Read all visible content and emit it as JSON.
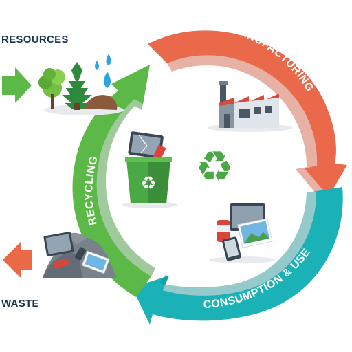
{
  "labels": {
    "resources": "RESOURCES",
    "waste": "WASTE",
    "manufacturing": "MANUFACTURING",
    "consumption": "CONSUMPTION & USE",
    "recycling": "RECYCLING"
  },
  "icons": {
    "inflow": "arrow-right-icon",
    "outflow": "arrow-left-icon",
    "nature": "trees-water-icon",
    "factory": "factory-icon",
    "devices": "devices-icon",
    "bin": "recycling-bin-icon",
    "center": "recycle-symbol-icon",
    "pile": "waste-pile-icon"
  },
  "colors": {
    "manufacturing": "#e9694a",
    "consumption": "#1ab2b6",
    "recycling": "#5cb947",
    "resources_arrow": "#5cb947",
    "waste_arrow": "#ea6a48",
    "text_dark": "#17324a"
  }
}
